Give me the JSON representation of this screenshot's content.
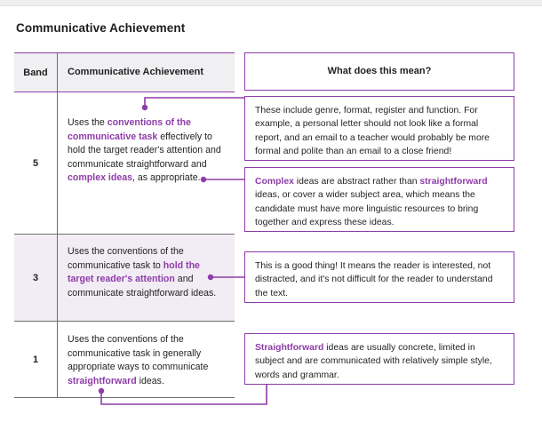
{
  "page": {
    "title": "Communicative Achievement",
    "accent_color": "#8e3ca8",
    "text_color": "#231f20",
    "header_row_bg": "#f0eff2",
    "band3_row_bg": "#f2ecf4",
    "table_rule_color": "#6d6e71"
  },
  "table": {
    "headers": {
      "band": "Band",
      "criterion": "Communicative Achievement",
      "meaning": "What does this mean?"
    },
    "rows": [
      {
        "band": "5",
        "segments": [
          {
            "text": "Uses the ",
            "highlight": false
          },
          {
            "text": "conventions of the communicative task",
            "highlight": true
          },
          {
            "text": " effectively to hold the target reader's attention and communicate straightforward and ",
            "highlight": false
          },
          {
            "text": "complex ideas",
            "highlight": true
          },
          {
            "text": ", as appropriate.",
            "highlight": false
          }
        ]
      },
      {
        "band": "3",
        "segments": [
          {
            "text": "Uses the conventions of the communicative task to ",
            "highlight": false
          },
          {
            "text": "hold the target reader's attention",
            "highlight": true
          },
          {
            "text": " and communicate straightforward ideas.",
            "highlight": false
          }
        ]
      },
      {
        "band": "1",
        "segments": [
          {
            "text": "Uses the conventions of the communicative task in generally appropriate ways to communicate ",
            "highlight": false
          },
          {
            "text": "straightforward",
            "highlight": true
          },
          {
            "text": " ideas.",
            "highlight": false
          }
        ]
      }
    ]
  },
  "callouts": [
    {
      "id": "box-1",
      "segments": [
        {
          "text": "These include genre, format, register and function. For example, a personal letter should not look like a formal report, and an email to a teacher would probably be more formal and polite than an email to a close friend!",
          "highlight": false
        }
      ]
    },
    {
      "id": "box-2",
      "segments": [
        {
          "text": "Complex",
          "highlight": true
        },
        {
          "text": " ideas are abstract rather than ",
          "highlight": false
        },
        {
          "text": "straightforward",
          "highlight": true
        },
        {
          "text": " ideas, or cover a wider subject area, which means the candidate must have more linguistic resources to bring together and express these ideas.",
          "highlight": false
        }
      ]
    },
    {
      "id": "box-3",
      "segments": [
        {
          "text": "This is a good thing! It means the reader is interested, not distracted, and it's not difficult for the reader to understand the text.",
          "highlight": false
        }
      ]
    },
    {
      "id": "box-4",
      "segments": [
        {
          "text": "Straightforward",
          "highlight": true
        },
        {
          "text": " ideas are usually concrete, limited in subject and are communicated with relatively simple style, words and grammar.",
          "highlight": false
        }
      ]
    }
  ],
  "connectors": [
    {
      "name": "connector-band5-conventions-to-box1",
      "from_dot": [
        163,
        121
      ],
      "to_box": "box-1"
    },
    {
      "name": "connector-band5-complex-to-box2",
      "from_dot": [
        229,
        202
      ],
      "to_box": "box-2"
    },
    {
      "name": "connector-band3-attention-to-box3",
      "from_dot": [
        237,
        312
      ],
      "to_box": "box-3"
    },
    {
      "name": "connector-band1-straightforward-to-box4",
      "from_dot": [
        114,
        440
      ],
      "to_box": "box-4"
    }
  ]
}
